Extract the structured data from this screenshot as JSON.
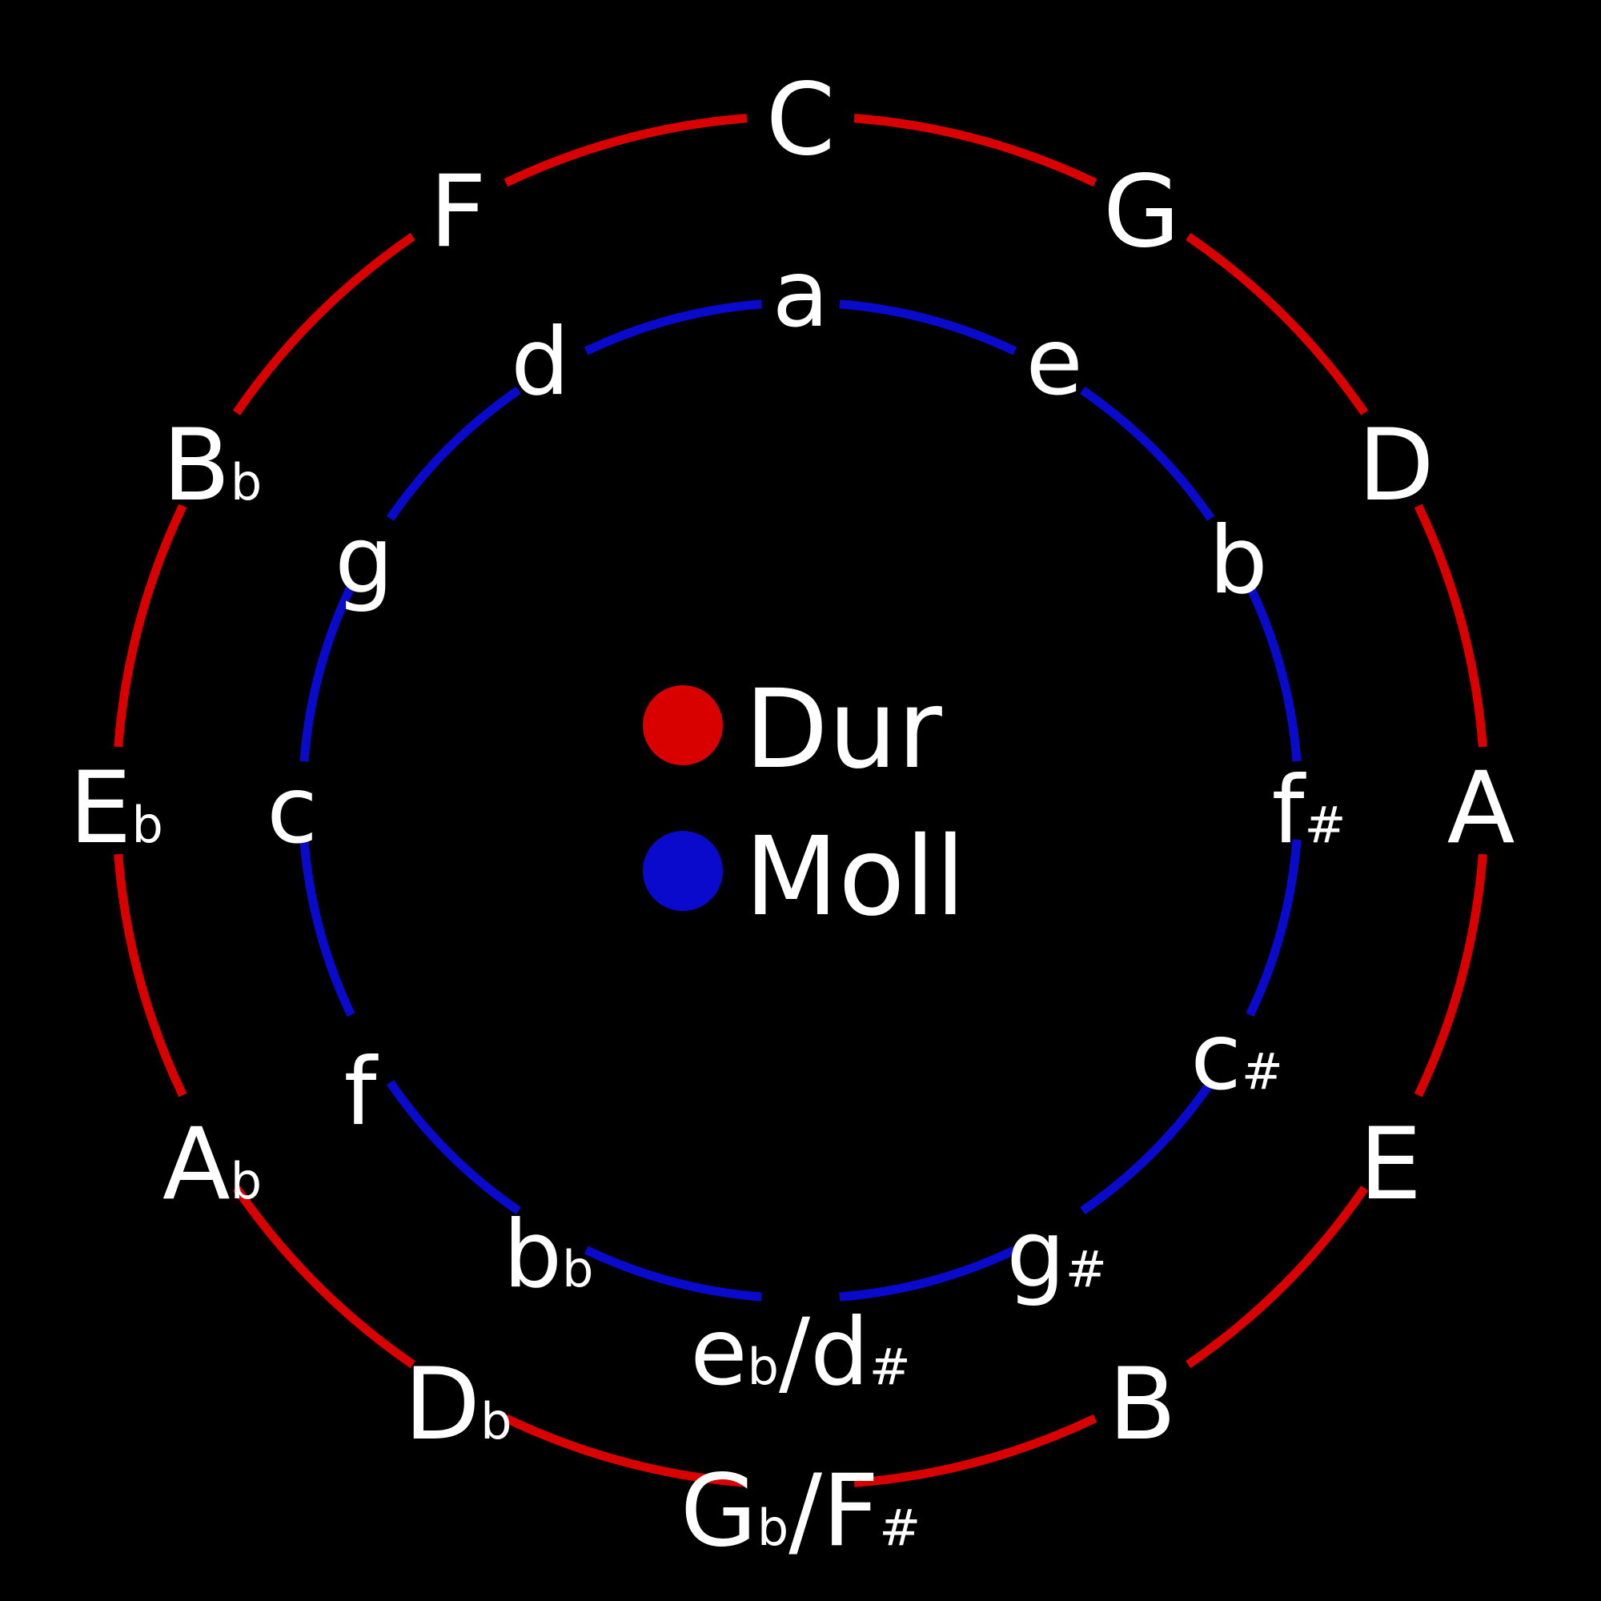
{
  "colors": {
    "background": "#000000",
    "major": "#d90000",
    "minor": "#0a0acc",
    "text": "#ffffff"
  },
  "legend": {
    "major_label": "Dur",
    "minor_label": "Moll"
  },
  "major_keys": [
    {
      "base": "C",
      "acc": ""
    },
    {
      "base": "G",
      "acc": ""
    },
    {
      "base": "D",
      "acc": ""
    },
    {
      "base": "A",
      "acc": ""
    },
    {
      "base": "E",
      "acc": ""
    },
    {
      "base": "B",
      "acc": ""
    },
    {
      "base": "G",
      "acc": "b",
      "alt_base": "F",
      "alt_acc": "#"
    },
    {
      "base": "D",
      "acc": "b"
    },
    {
      "base": "A",
      "acc": "b"
    },
    {
      "base": "E",
      "acc": "b"
    },
    {
      "base": "B",
      "acc": "b"
    },
    {
      "base": "F",
      "acc": ""
    }
  ],
  "minor_keys": [
    {
      "base": "a",
      "acc": ""
    },
    {
      "base": "e",
      "acc": ""
    },
    {
      "base": "b",
      "acc": ""
    },
    {
      "base": "f",
      "acc": "#"
    },
    {
      "base": "c",
      "acc": "#"
    },
    {
      "base": "g",
      "acc": "#"
    },
    {
      "base": "e",
      "acc": "b",
      "alt_base": "d",
      "alt_acc": "#"
    },
    {
      "base": "b",
      "acc": "b"
    },
    {
      "base": "f",
      "acc": ""
    },
    {
      "base": "c",
      "acc": ""
    },
    {
      "base": "g",
      "acc": ""
    },
    {
      "base": "d",
      "acc": ""
    }
  ]
}
